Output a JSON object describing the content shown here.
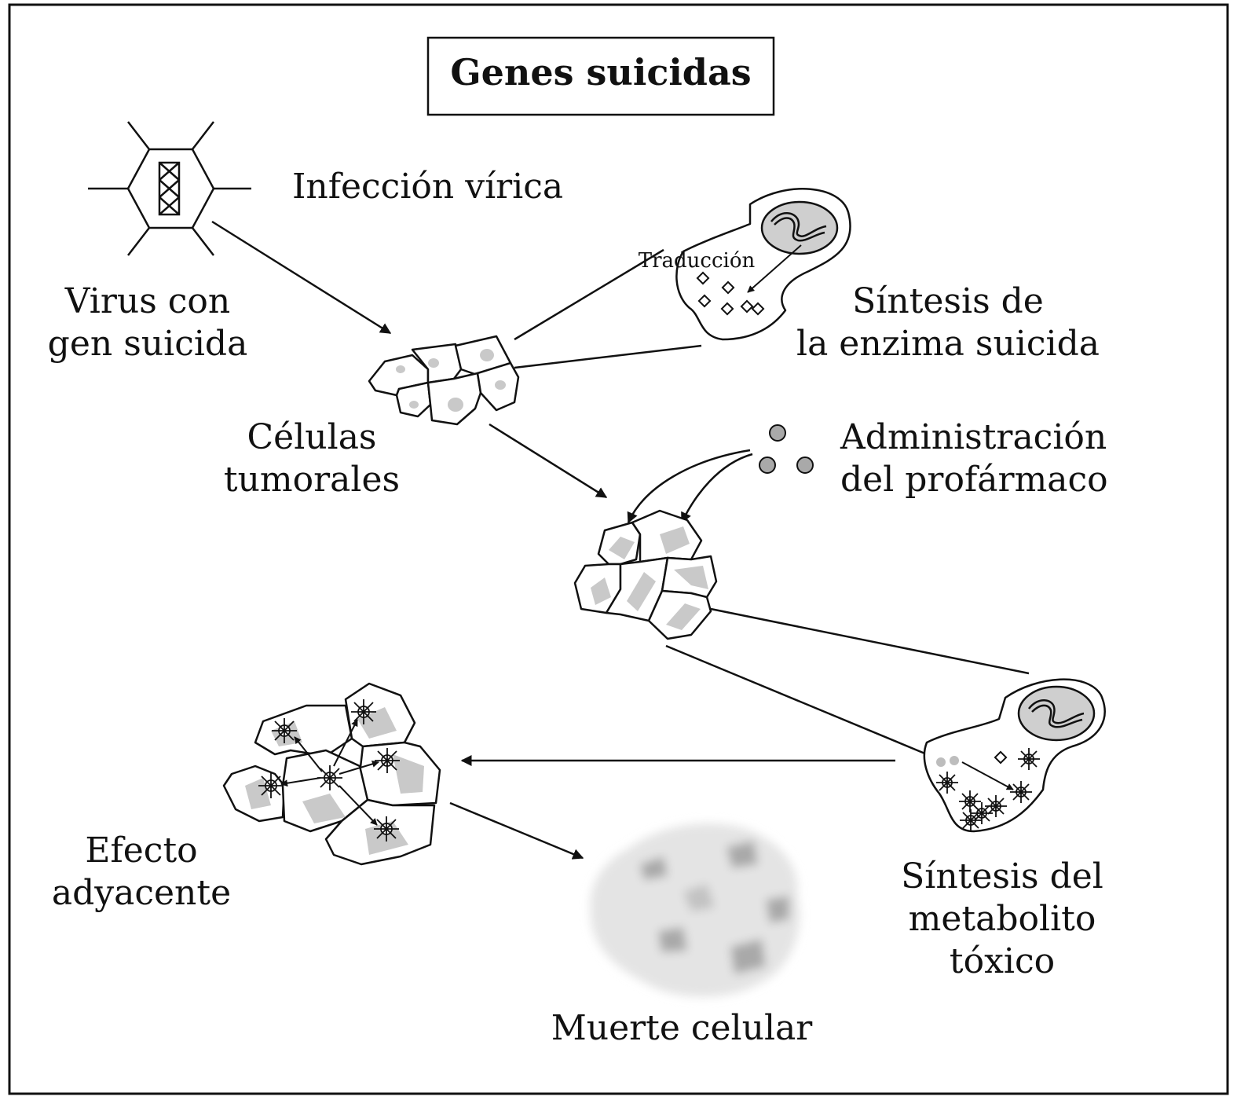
{
  "title": "Genes suicidas",
  "labels": {
    "infeccion": "Infección vírica",
    "virus": [
      "Virus con",
      "gen suicida"
    ],
    "traduccion": "Traducción",
    "sintesis_enzima": [
      "Síntesis de",
      "la enzima suicida"
    ],
    "celulas": [
      "Células",
      "tumorales"
    ],
    "administracion": [
      "Administración",
      "del profármaco"
    ],
    "efecto": [
      "Efecto",
      "adyacente"
    ],
    "sintesis_metabolito": [
      "Síntesis del",
      "metabolito",
      "tóxico"
    ],
    "muerte": "Muerte celular"
  }
}
